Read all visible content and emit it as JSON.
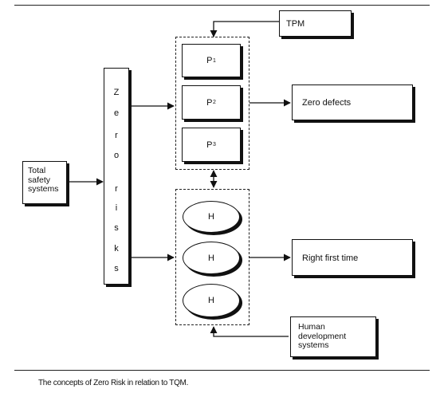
{
  "diagram": {
    "tpm_label": "TPM",
    "total_safety_label": "Total\nsafety\nsystems",
    "zero_risks_letters": [
      "Z",
      "e",
      "r",
      "o",
      "r",
      "i",
      "s",
      "k",
      "s"
    ],
    "p_boxes": [
      {
        "letter": "P",
        "sub": "1"
      },
      {
        "letter": "P",
        "sub": "2"
      },
      {
        "letter": "P",
        "sub": "3"
      }
    ],
    "h_ellipses": [
      "H",
      "H",
      "H"
    ],
    "zero_defects_label": "Zero defects",
    "right_first_time_label": "Right first time",
    "human_dev_label": "Human\ndevelopment\nsystems"
  },
  "caption": "The concepts of Zero Risk in relation to TQM."
}
